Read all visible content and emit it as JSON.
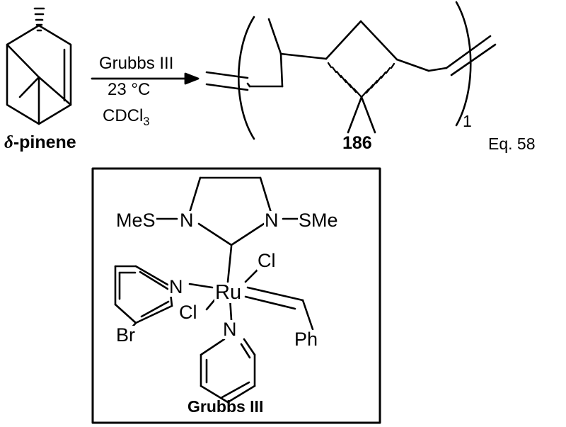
{
  "figure": {
    "equation_label": "Eq. 58",
    "type": "chemical-reaction-scheme"
  },
  "reactant": {
    "name": "δ-pinene",
    "name_symbol": "δ",
    "name_rest": "-pinene"
  },
  "arrow": {
    "above": "Grubbs III",
    "below_line1": "23 °C",
    "below_line2_main": "CDCl",
    "below_line2_sub": "3"
  },
  "product": {
    "number": "186",
    "repeat_subscript": "1"
  },
  "catalyst_box": {
    "name": "Grubbs III",
    "atoms": {
      "mes": "MeS",
      "sme": "SMe",
      "n_ring_left": "N",
      "n_ring_right": "N",
      "n_pyridine_left": "N",
      "n_pyridine_bottom": "N",
      "ru": "Ru",
      "cl_upper": "Cl",
      "cl_lower": "Cl",
      "ph": "Ph",
      "br": "Br"
    }
  },
  "colors": {
    "ink": "#000000",
    "background": "#ffffff"
  }
}
